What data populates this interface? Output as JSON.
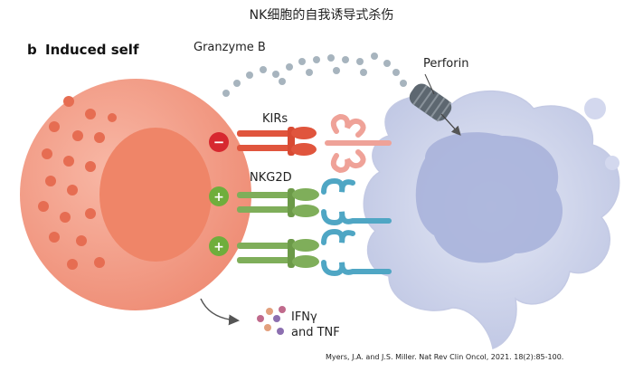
{
  "title": "NK细胞的自我诱导式杀伤",
  "panel": {
    "letter": "b",
    "title": "Induced self"
  },
  "labels": {
    "granzyme": "Granzyme B",
    "perforin": "Perforin",
    "kirs": "KIRs",
    "nkg2d": "NKG2D",
    "cytokines_line1": "IFNγ",
    "cytokines_line2": "and TNF"
  },
  "signals": {
    "inhibitory": "−",
    "activating": "+"
  },
  "citation": "Myers, J.A. and J.S. Miller. Nat Rev Clin Oncol, 2021. 18(2):85-100.",
  "colors": {
    "nk_cell": "#f4a08a",
    "nk_nucleus": "#ef8a6f",
    "granule": "#e8735a",
    "target_cell": "#c9cfe6",
    "target_nucleus": "#a7b1d9",
    "kir_receptor": "#e0553d",
    "kir_ligand": "#f5b8ae",
    "nkg2d_receptor": "#7fae5a",
    "nkg2d_ligand": "#4fa6c4",
    "inhibitory_badge": "#d7282f",
    "activating_badge": "#6fae3c",
    "perforin": "#5c6670"
  }
}
